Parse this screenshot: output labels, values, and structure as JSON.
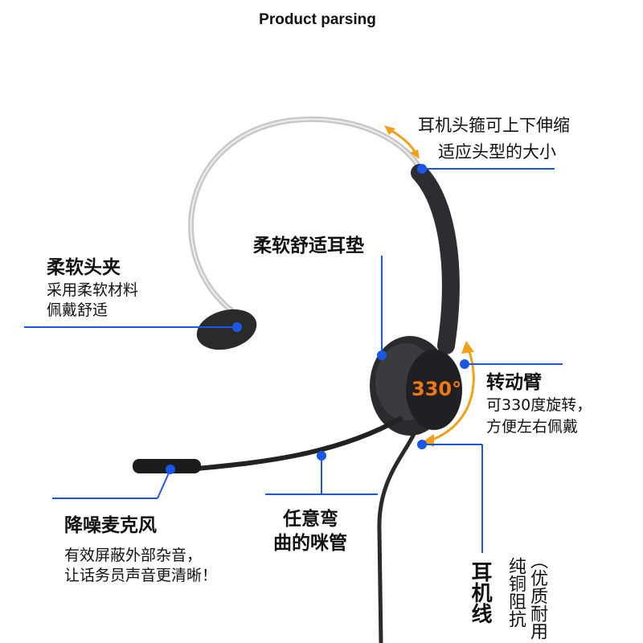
{
  "title": "Product parsing",
  "colors": {
    "callout": "#1a56e8",
    "arrow": "#f2a019",
    "degree": "#f07a10"
  },
  "callouts": {
    "headband": {
      "line1": "耳机头箍可上下伸缩",
      "line2": "适应头型的大小"
    },
    "ear_cushion": {
      "heading": "柔软舒适耳垫"
    },
    "head_clip": {
      "heading": "柔软头夹",
      "line1": "采用柔软材料",
      "line2": "佩戴舒适"
    },
    "rotating_arm": {
      "heading": "转动臂",
      "line1": "可330度旋转，",
      "line2": "方便左右佩戴",
      "degree": "330°"
    },
    "microphone": {
      "heading": "降噪麦克风",
      "line1": "有效屏蔽外部杂音，",
      "line2": "让话务员声音更清晰！"
    },
    "mic_tube": {
      "line1": "任意弯",
      "line2": "曲的咪管"
    },
    "cable": {
      "heading": "耳机线",
      "col1": "纯铜阻抗",
      "col2": "（优质耐用"
    }
  }
}
